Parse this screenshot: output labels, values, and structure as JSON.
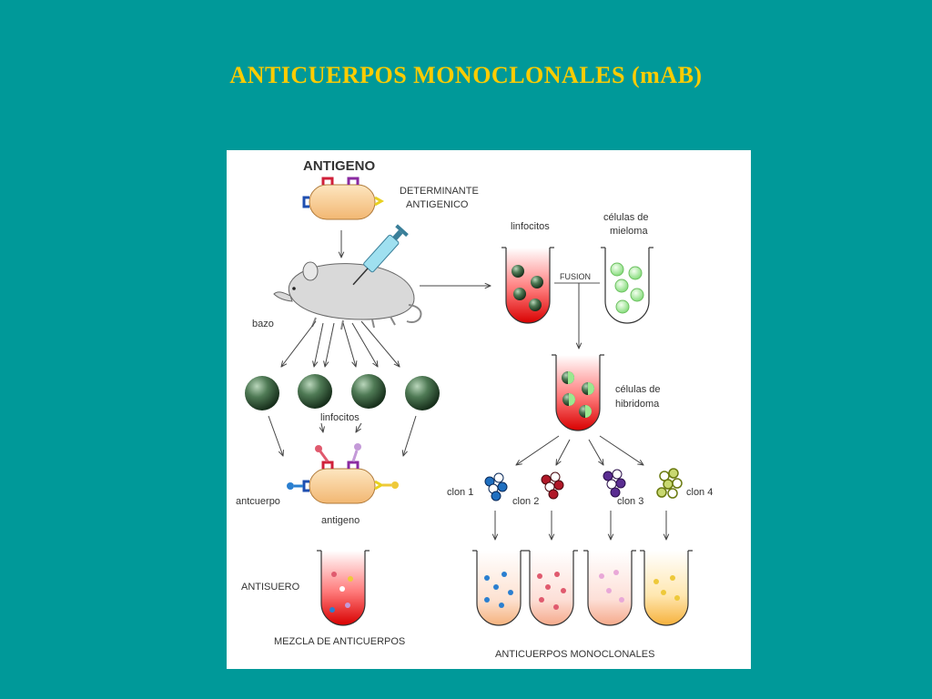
{
  "title": "ANTICUERPOS MONOCLONALES (mAB)",
  "diagram": {
    "antigeno_heading": "ANTIGENO",
    "determinante_line1": "DETERMINANTE",
    "determinante_line2": "ANTIGENICO",
    "bazo": "bazo",
    "linfocitos_top": "linfocitos",
    "mieloma_line1": "células de",
    "mieloma_line2": "mieloma",
    "fusion": "FUSION",
    "hibridoma_line1": "células de",
    "hibridoma_line2": "hibridoma",
    "linfocitos_bottom": "linfocitos",
    "anticuerpo": "antcuerpo",
    "antigeno_lower": "antigeno",
    "clones": [
      "clon 1",
      "clon 2",
      "clon 3",
      "clon 4"
    ],
    "antisuero": "ANTISUERO",
    "mezcla": "MEZCLA DE ANTICUERPOS",
    "monoclonales": "ANTICUERPOS MONOCLONALES"
  },
  "colors": {
    "background": "#009999",
    "title": "#ffcc00",
    "antigen_fill": "#f7c98a",
    "lymphocyte": "#4f7a55",
    "myeloma": "#9be88f",
    "red_medium": "#e01010",
    "clone1": "#1f6fc0",
    "clone2": "#b01828",
    "clone3": "#5a2d91",
    "clone4": "#8a9a1a"
  }
}
